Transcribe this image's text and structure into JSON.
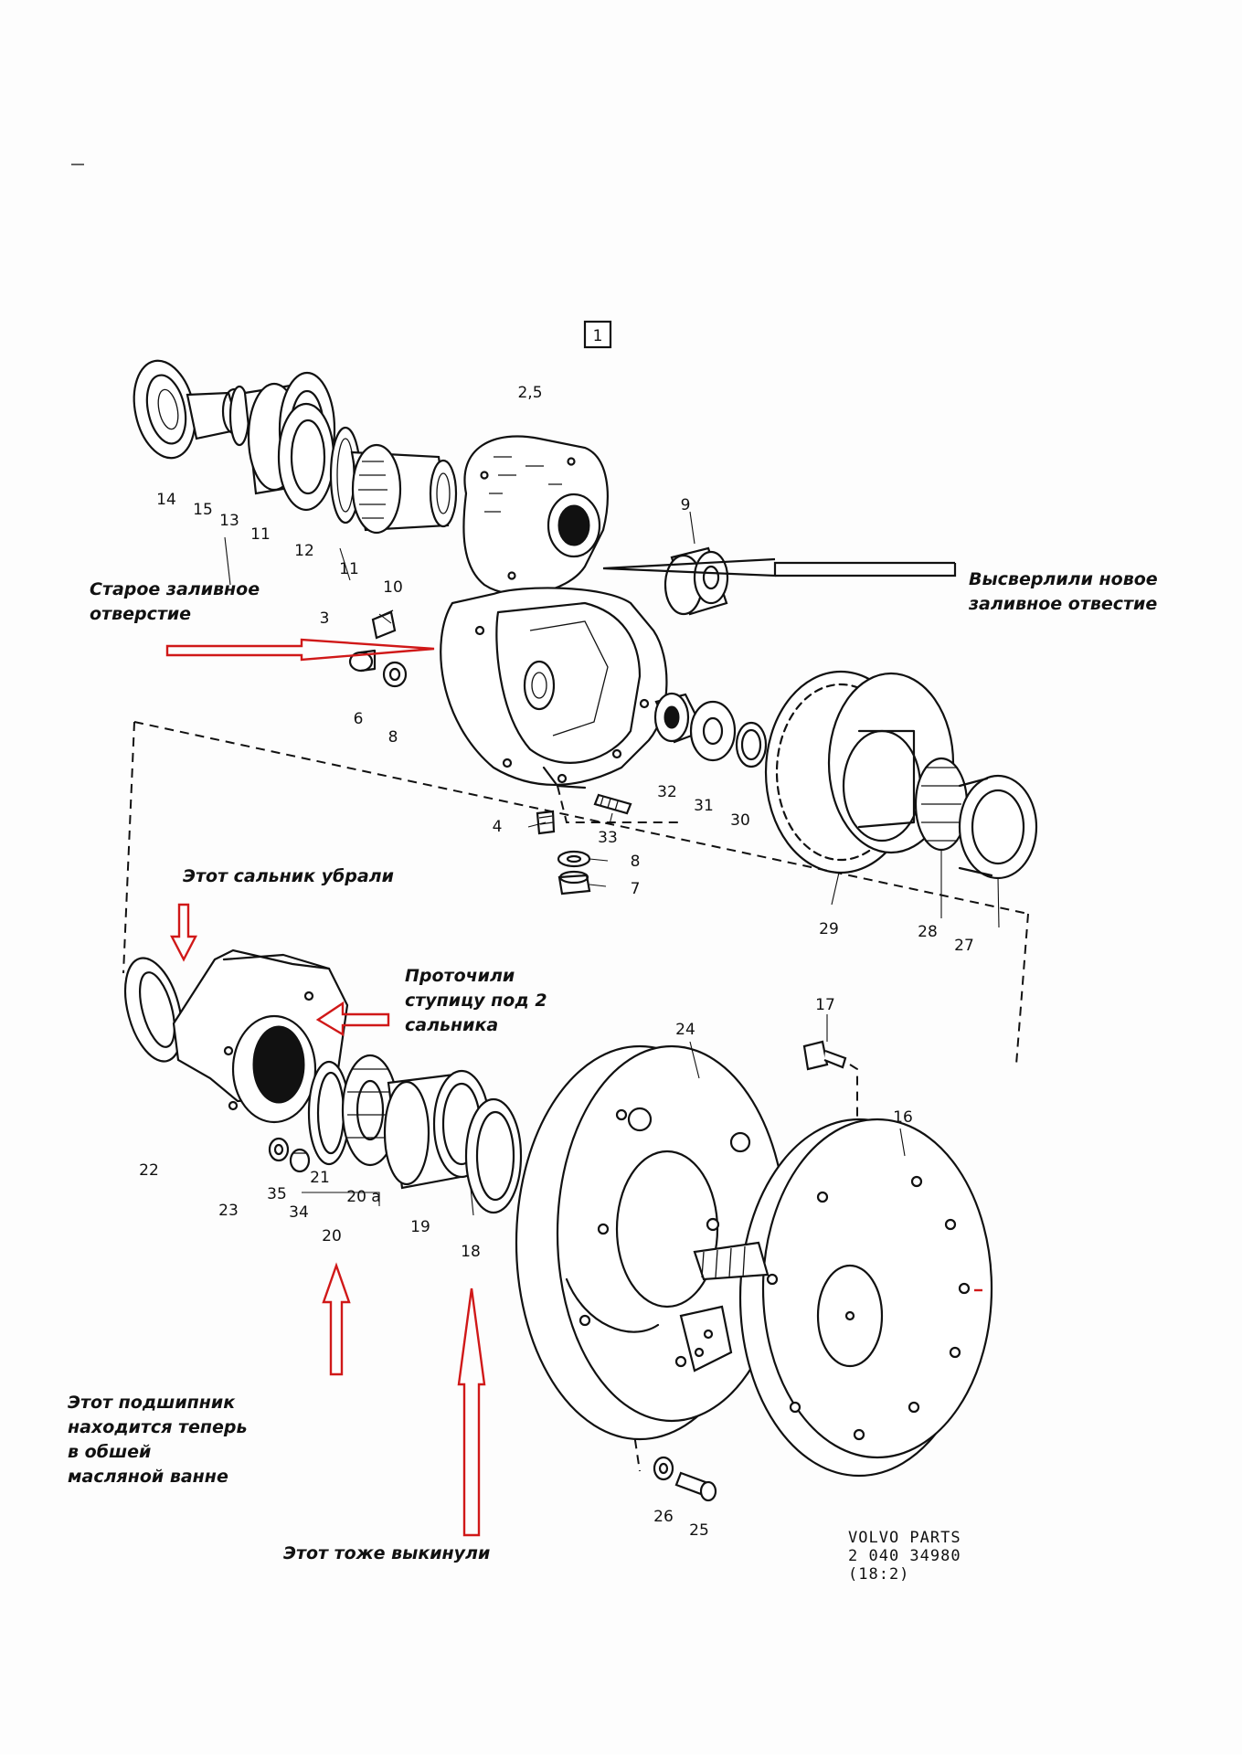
{
  "figure_marker": "1",
  "parts": {
    "p14": "14",
    "p15": "15",
    "p13": "13",
    "p11a": "11",
    "p12": "12",
    "p11b": "11",
    "p10": "10",
    "p2_5": "2,5",
    "p9": "9",
    "p3": "3",
    "p6": "6",
    "p8a": "8",
    "p4": "4",
    "p33": "33",
    "p8b": "8",
    "p7": "7",
    "p32": "32",
    "p31": "31",
    "p30": "30",
    "p29": "29",
    "p28": "28",
    "p27": "27",
    "p22": "22",
    "p23": "23",
    "p35": "35",
    "p34": "34",
    "p21": "21",
    "p20": "20",
    "p20a": "20 a",
    "p19": "19",
    "p18": "18",
    "p24": "24",
    "p17": "17",
    "p16": "16",
    "p26": "26",
    "p25": "25"
  },
  "annotations": {
    "old_fill_hole": [
      "Старое заливное",
      "отверстие"
    ],
    "new_fill_hole": [
      "Высверлили новое",
      "заливное отвестие"
    ],
    "seal_removed": "Этот сальник убрали",
    "hub_machined": [
      "Проточили",
      "ступицу под 2",
      "сальника"
    ],
    "bearing_oil_bath": [
      "Этот подшипник",
      "находится теперь",
      "в обшей",
      "масляной ванне"
    ],
    "also_discarded": "Этот тоже выкинули"
  },
  "footer": {
    "line1": "VOLVO PARTS",
    "line2": "2 040 34980",
    "line3": "(18:2)"
  },
  "colors": {
    "ink": "#111111",
    "annotation_arrow": "#d01818",
    "paper": "#fdfdfd"
  }
}
